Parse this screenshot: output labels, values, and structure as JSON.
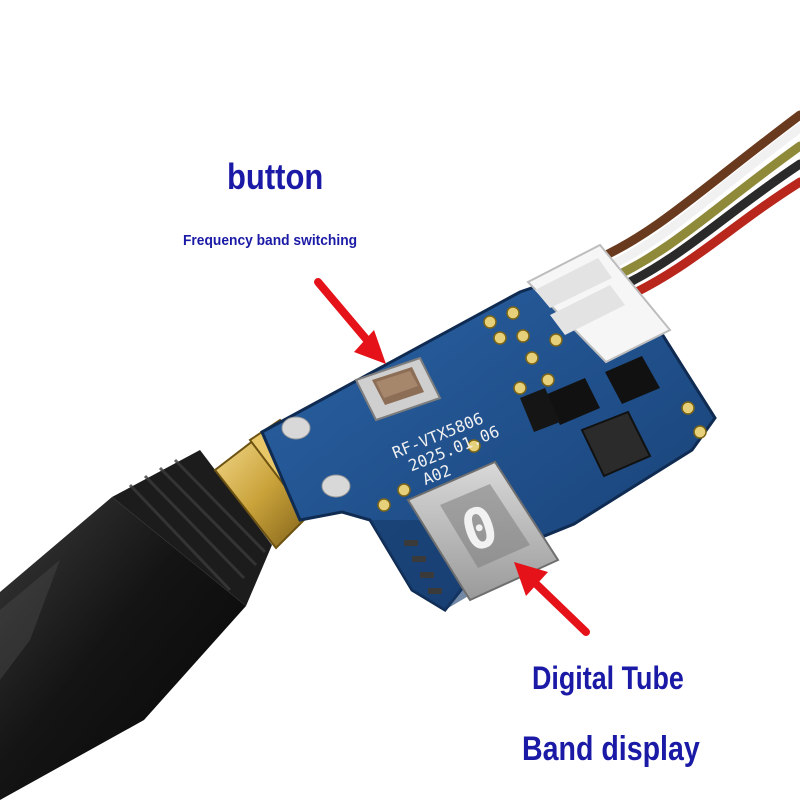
{
  "labels": {
    "button_title": "button",
    "button_caption": "Frequency band switching",
    "tube_title": "Digital Tube",
    "tube_caption": "Band display"
  },
  "board": {
    "silkscreen_line1": "RF-VTX5806",
    "silkscreen_line2": "2025.01.06",
    "silkscreen_line3": "A02"
  },
  "display": {
    "digit": "0"
  },
  "colors": {
    "label_text": "#1a1aa6",
    "arrow": "#e5121a",
    "pcb": "#1f4f8c",
    "pcb_dark": "#163a6a",
    "antenna": "#141414",
    "sma_connector": "#c9a23a",
    "wire_brown": "#6a3a1e",
    "wire_red": "#b8261c",
    "wire_olive": "#8f8a3a",
    "wire_white": "#eeeeee"
  },
  "icons": {
    "button_arrow": "red-arrow-icon",
    "tube_arrow": "red-arrow-icon"
  }
}
